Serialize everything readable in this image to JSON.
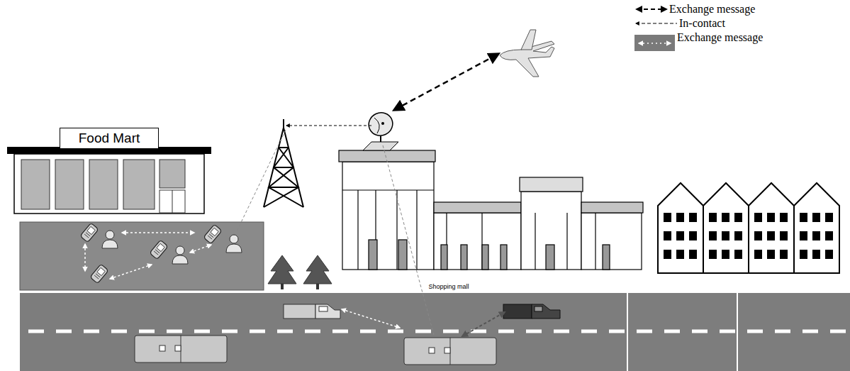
{
  "diagram": {
    "nodes": [
      {
        "text": [
          "Food Mart"
        ]
      },
      {
        "text": [
          "Shopping mall"
        ]
      }
    ],
    "legend": [
      {
        "text": "Exchange message"
      },
      {
        "text": "In-contact"
      },
      {
        "text": "Exchange message"
      }
    ]
  }
}
